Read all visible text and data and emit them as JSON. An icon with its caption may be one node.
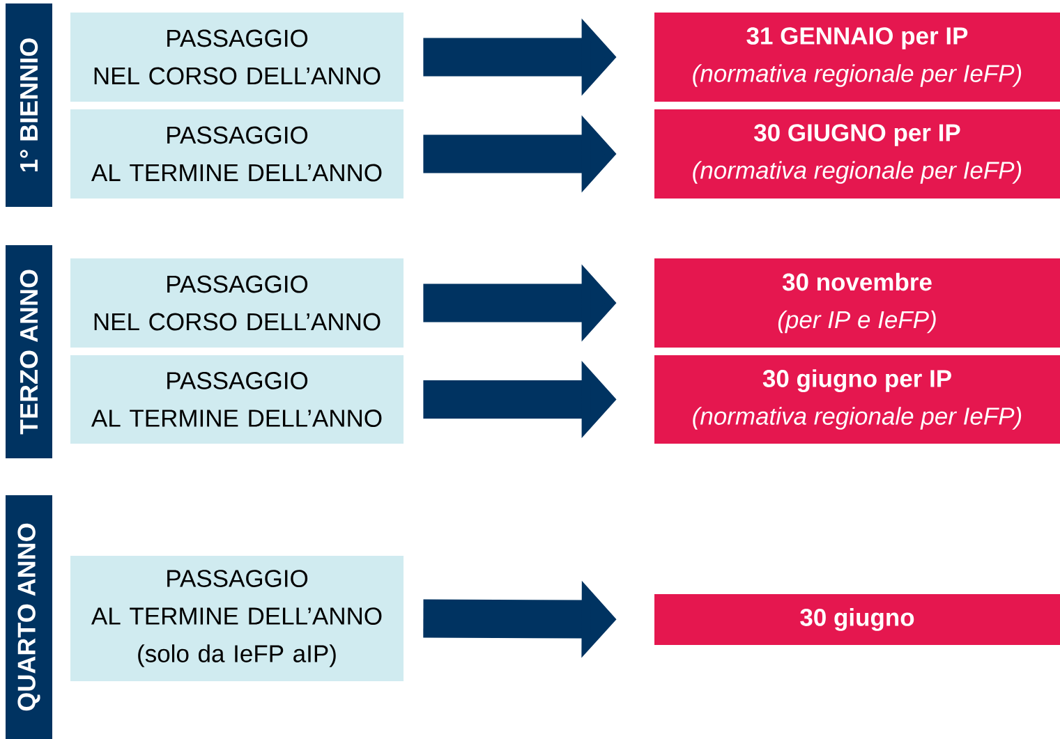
{
  "diagram": {
    "nodes": [
      {
        "text": [
          "1° BIENNIO"
        ]
      },
      {
        "text": [
          "PASSAGGIO NEL CORSO DELL’ANNO"
        ]
      },
      {
        "text": [
          "31 GENNAIO per IP",
          "(normativa regionale per IeFP)"
        ]
      },
      {
        "text": [
          "PASSAGGIO AL TERMINE DELL’ANNO"
        ]
      },
      {
        "text": [
          "30 GIUGNO per IP",
          "(normativa regionale per IeFP)"
        ]
      },
      {
        "text": [
          "TERZO ANNO"
        ]
      },
      {
        "text": [
          "PASSAGGIO NEL CORSO DELL’ANNO"
        ]
      },
      {
        "text": [
          "30 novembre",
          "(per IP e IeFP)"
        ]
      },
      {
        "text": [
          "PASSAGGIO AL TERMINE DELL’ANNO"
        ]
      },
      {
        "text": [
          "30 giugno per IP",
          "(normativa regionale per IeFP)"
        ]
      },
      {
        "text": [
          "QUARTO ANNO"
        ]
      },
      {
        "text": [
          "PASSAGGIO AL TERMINE DELL’ANNO (solo da IeFP aIP)"
        ]
      },
      {
        "text": [
          "30 giugno"
        ]
      }
    ],
    "edges": [
      {
        "from": 1,
        "to": 2,
        "arrow": "to"
      },
      {
        "from": 3,
        "to": 4,
        "arrow": "to"
      },
      {
        "from": 6,
        "to": 7,
        "arrow": "to"
      },
      {
        "from": 8,
        "to": 9,
        "arrow": "to"
      },
      {
        "from": 11,
        "to": 12,
        "arrow": "to"
      }
    ]
  }
}
